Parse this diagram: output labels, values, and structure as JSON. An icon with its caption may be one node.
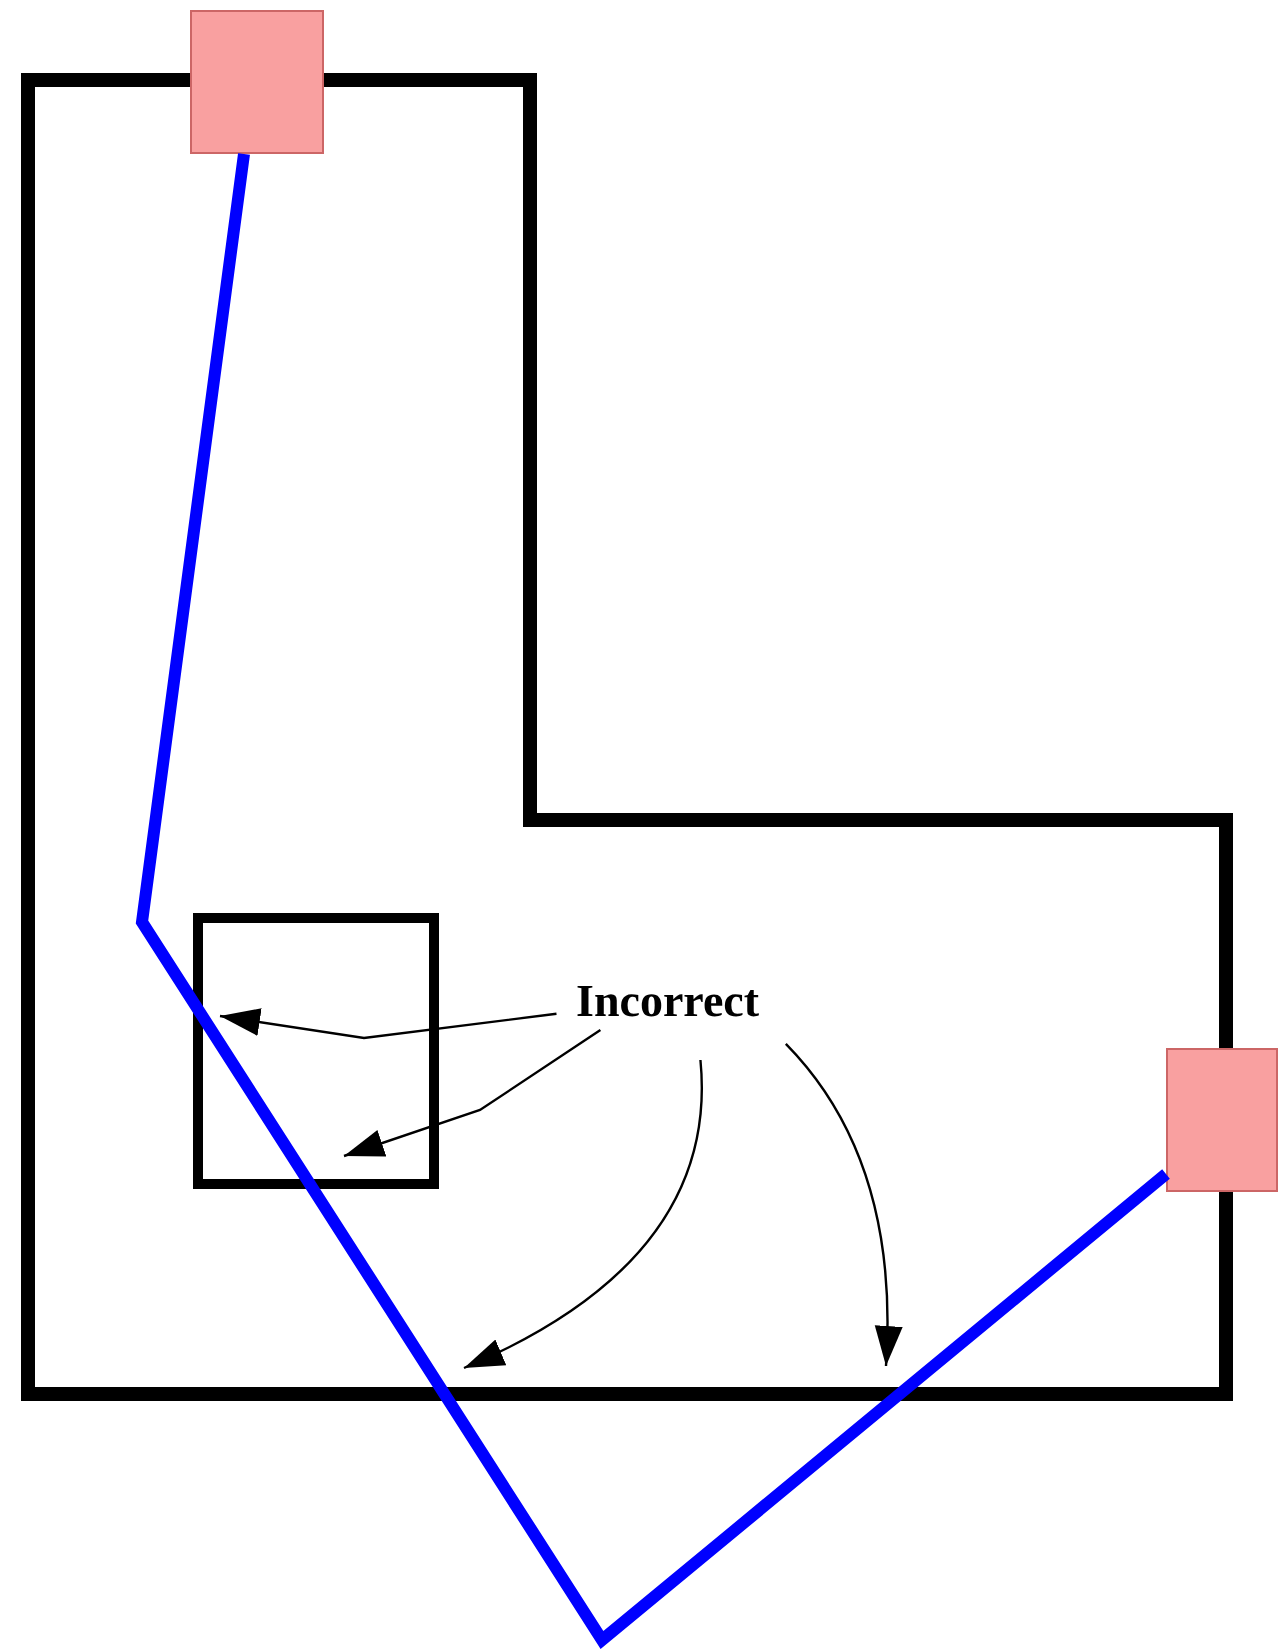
{
  "diagram": {
    "nodes": [
      {
        "text": [
          "Incorrect"
        ]
      },
      {
        "text": [],
        "shape": "box"
      },
      {
        "text": [],
        "shape": "box"
      }
    ],
    "edges": [
      {
        "from": 1,
        "to": 2,
        "arrow": "none",
        "style": "thick",
        "color": "#0000ff"
      },
      {
        "from": 0,
        "to": null,
        "arrow": "to"
      },
      {
        "from": 0,
        "to": null,
        "arrow": "to"
      },
      {
        "from": 0,
        "to": null,
        "arrow": "to"
      },
      {
        "from": 0,
        "to": null,
        "arrow": "to"
      }
    ]
  }
}
